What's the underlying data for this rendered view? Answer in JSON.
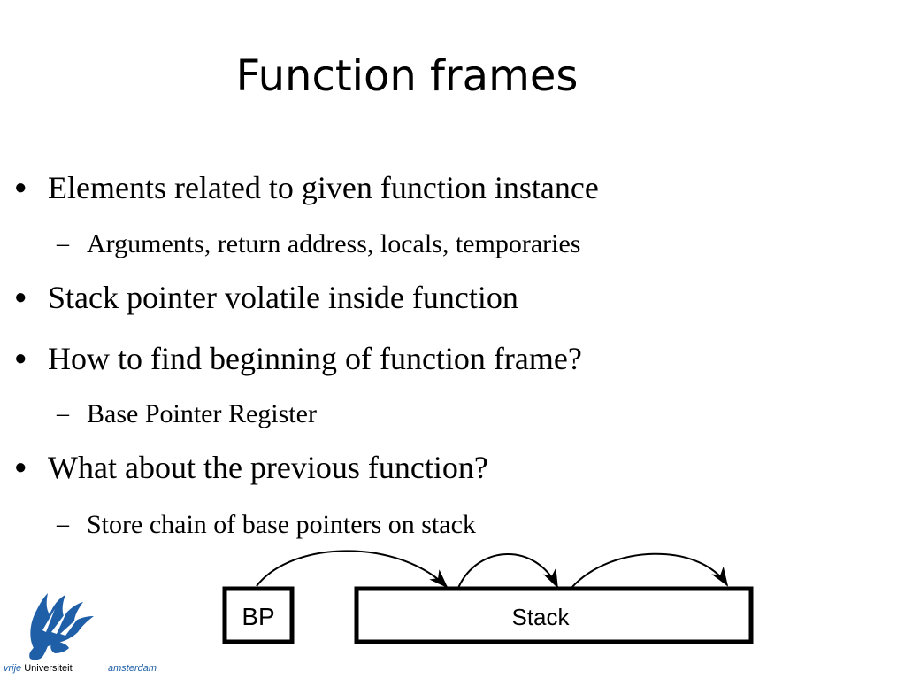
{
  "slide": {
    "title": "Function frames",
    "bullets": [
      {
        "level": 1,
        "marker": "●",
        "text": "Elements related to given function instance"
      },
      {
        "level": 2,
        "marker": "–",
        "text": "Arguments, return address, locals, temporaries"
      },
      {
        "level": 1,
        "marker": "●",
        "text": "Stack pointer volatile inside function"
      },
      {
        "level": 1,
        "marker": "●",
        "text": "How to find beginning of function frame?"
      },
      {
        "level": 2,
        "marker": "–",
        "text": "Base Pointer Register"
      },
      {
        "level": 1,
        "marker": "●",
        "text": "What about the previous function?"
      },
      {
        "level": 2,
        "marker": "–",
        "text": "Store chain of base pointers on stack"
      }
    ]
  },
  "diagram": {
    "bp_label": "BP",
    "stack_label": "Stack"
  },
  "logo": {
    "vrije": "vrije",
    "universiteit": " Universiteit",
    "amsterdam": "amsterdam",
    "icon": "griffin-icon",
    "color": "#1f5fa8"
  }
}
